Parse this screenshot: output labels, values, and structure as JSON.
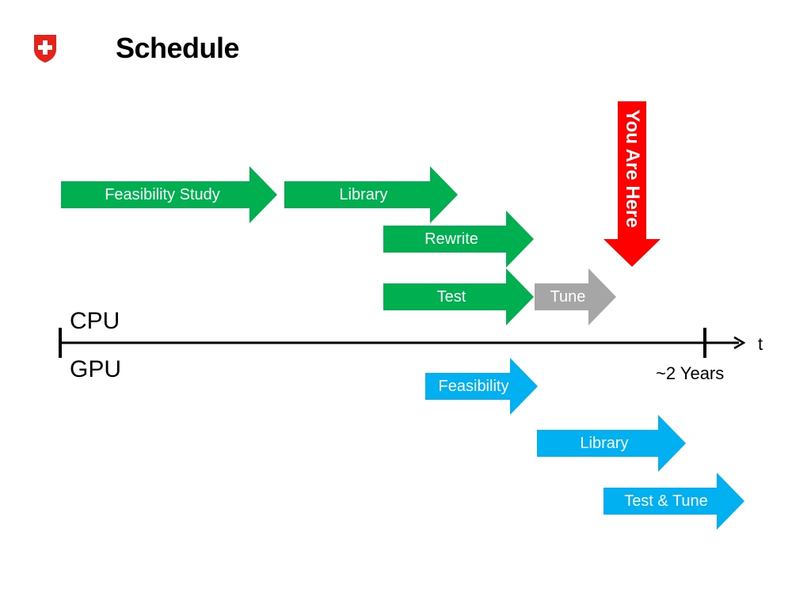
{
  "title": "Schedule",
  "logo": {
    "icon": "swiss-cross-shield-icon",
    "color": "#e8211b"
  },
  "colors": {
    "cpu": "#00b050",
    "gpu": "#00b0f0",
    "pending": "#a6a6a6",
    "marker": "#ff0000"
  },
  "cpu": {
    "label": "CPU",
    "tasks": [
      {
        "id": "feasibility-study",
        "label": "Feasibility Study"
      },
      {
        "id": "library",
        "label": "Library"
      },
      {
        "id": "rewrite",
        "label": "Rewrite"
      },
      {
        "id": "test",
        "label": "Test"
      },
      {
        "id": "tune",
        "label": "Tune"
      }
    ]
  },
  "gpu": {
    "label": "GPU",
    "tasks": [
      {
        "id": "feasibility",
        "label": "Feasibility"
      },
      {
        "id": "library",
        "label": "Library"
      },
      {
        "id": "test-tune",
        "label": "Test & Tune"
      }
    ]
  },
  "axis": {
    "end_label": "t",
    "duration_label": "~2 Years"
  },
  "marker": {
    "label": "You Are Here"
  }
}
